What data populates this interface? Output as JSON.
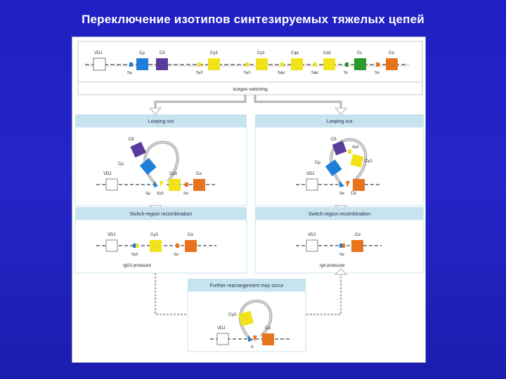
{
  "slide": {
    "title": "Переключение изотипов синтезируемых тяжелых цепей"
  },
  "colors": {
    "background": "#2222c0",
    "panel_header": "#c7e3ee",
    "mu": "#1f7fd6",
    "delta": "#5a3a9a",
    "gamma": "#f2e21b",
    "epsilon": "#2a9a2a",
    "alpha": "#e8731d",
    "vdj": "#ffffff",
    "s_mu": "#1f7fd6",
    "s_gamma": "#f2e21b",
    "s_alpha": "#e8731d",
    "s_epsilon": "#2a9a2a"
  },
  "top_locus": {
    "vdj_label": "VDJ",
    "c_labels": [
      "Cμ",
      "Cδ",
      "Cγ3",
      "Cγ1",
      "Cψε",
      "Cα1",
      "Cε",
      "Cα"
    ],
    "s_labels": [
      "Sμ",
      "Sγ3",
      "Sγ1",
      "Sψγ",
      "Sψε",
      "Sε",
      "Sα"
    ]
  },
  "banner": {
    "label": "Isotype switching"
  },
  "left_column": {
    "looping_header": "Looping out",
    "loop_labels": {
      "c_delta": "Cδ",
      "c_mu": "Cμ",
      "c_gamma3": "Cγ3",
      "vdj": "VDJ",
      "c_alpha": "Cα",
      "s_mu": "Sμ",
      "s_gamma3": "Sγ3",
      "s_alpha": "Sα"
    },
    "recombination_header": "Switch-region recombination",
    "result_labels": {
      "vdj": "VDJ",
      "c_gamma3": "Cγ3",
      "c_alpha": "Cα",
      "s_gamma3": "Sγ3",
      "s_alpha": "Sα"
    },
    "produced": "IgG3 produced"
  },
  "right_column": {
    "looping_header": "Looping out",
    "loop_labels": {
      "c_delta": "Cδ",
      "s_gamma3": "Sγ3",
      "c_gamma1": "Cγ1",
      "c_mu": "Cμ",
      "vdj": "VDJ",
      "s_alpha": "Sα",
      "c_alpha": "Cα"
    },
    "recombination_header": "Switch-region recombination",
    "result_labels": {
      "vdj": "VDJ",
      "c_alpha": "Cα",
      "s_alpha": "Sα"
    },
    "produced": "IgA produced"
  },
  "further": {
    "header": "Further rearrangement may occur",
    "labels": {
      "c_gamma3": "Cγ3",
      "vdj": "VDJ",
      "c_alpha": "Cα",
      "s": "S"
    }
  }
}
